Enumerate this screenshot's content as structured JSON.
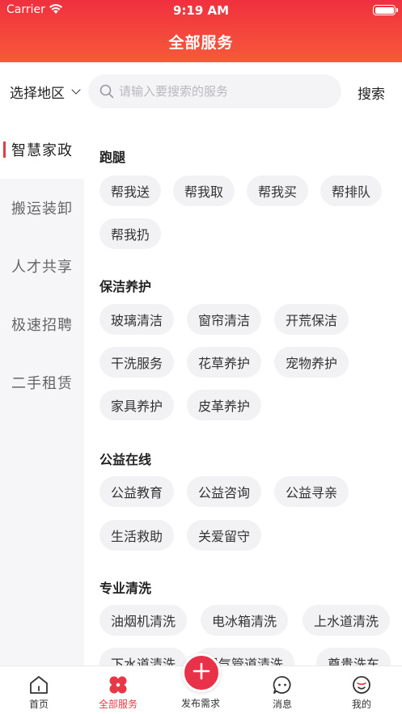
{
  "status": {
    "carrier": "Carrier",
    "time": "9:19 AM"
  },
  "header": {
    "title": "全部服务"
  },
  "search": {
    "region_label": "选择地区",
    "placeholder": "请输入要搜索的服务",
    "button": "搜索"
  },
  "sidebar": {
    "items": [
      {
        "label": "智慧家政",
        "active": true
      },
      {
        "label": "搬运装卸"
      },
      {
        "label": "人才共享"
      },
      {
        "label": "极速招聘"
      },
      {
        "label": "二手租赁"
      }
    ]
  },
  "sections": [
    {
      "title": "跑腿",
      "tags": [
        "帮我送",
        "帮我取",
        "帮我买",
        "帮排队",
        "帮我扔"
      ]
    },
    {
      "title": "保洁养护",
      "tags": [
        "玻璃清洁",
        "窗帘清洁",
        "开荒保洁",
        "干洗服务",
        "花草养护",
        "宠物养护",
        "家具养护",
        "皮革养护"
      ]
    },
    {
      "title": "公益在线",
      "tags": [
        "公益教育",
        "公益咨询",
        "公益寻亲",
        "生活救助",
        "关爱留守"
      ]
    },
    {
      "title": "专业清洗",
      "tags": [
        "油烟机清洗",
        "电冰箱清洗",
        "上水道清洗",
        "下水道清洗",
        "暖气管道清洗",
        "尊贵洗车"
      ]
    }
  ],
  "tabbar": {
    "home": "首页",
    "all_services": "全部服务",
    "publish": "发布需求",
    "messages": "消息",
    "mine": "我的"
  },
  "colors": {
    "accent": "#e83845",
    "header_top": "#f0303f",
    "header_bottom": "#f75a3a"
  }
}
